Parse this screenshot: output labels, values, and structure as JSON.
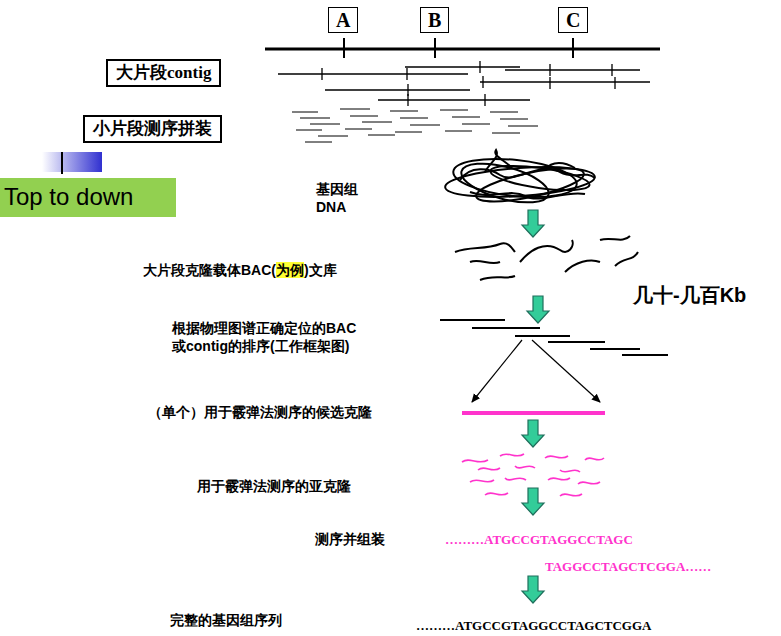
{
  "diagram": {
    "nodes": [
      {
        "text": [
          "A"
        ]
      },
      {
        "text": [
          "B"
        ]
      },
      {
        "text": [
          "C"
        ]
      },
      {
        "text": [
          "大片段contig"
        ]
      },
      {
        "text": [
          "小片段测序拼装"
        ]
      },
      {
        "text": [
          "Top to down"
        ]
      }
    ],
    "labels": [
      "基因组 DNA",
      "大片段克隆载体BAC(为例)文库",
      "几十-几百Kb",
      "根据物理图谱正确定位的BAC 或contig的排序(工作框架图)",
      "（单个）用于霰弹法测序的候选克隆",
      "用于霰弹法测序的亚克隆",
      "测序并组装",
      "………ATGCCGTAGGCCTAGC",
      "TAGGCCTAGCTCGGA……",
      "完整的基因组序列",
      "………ATGCCGTAGGCCTAGCTCGGA"
    ]
  }
}
